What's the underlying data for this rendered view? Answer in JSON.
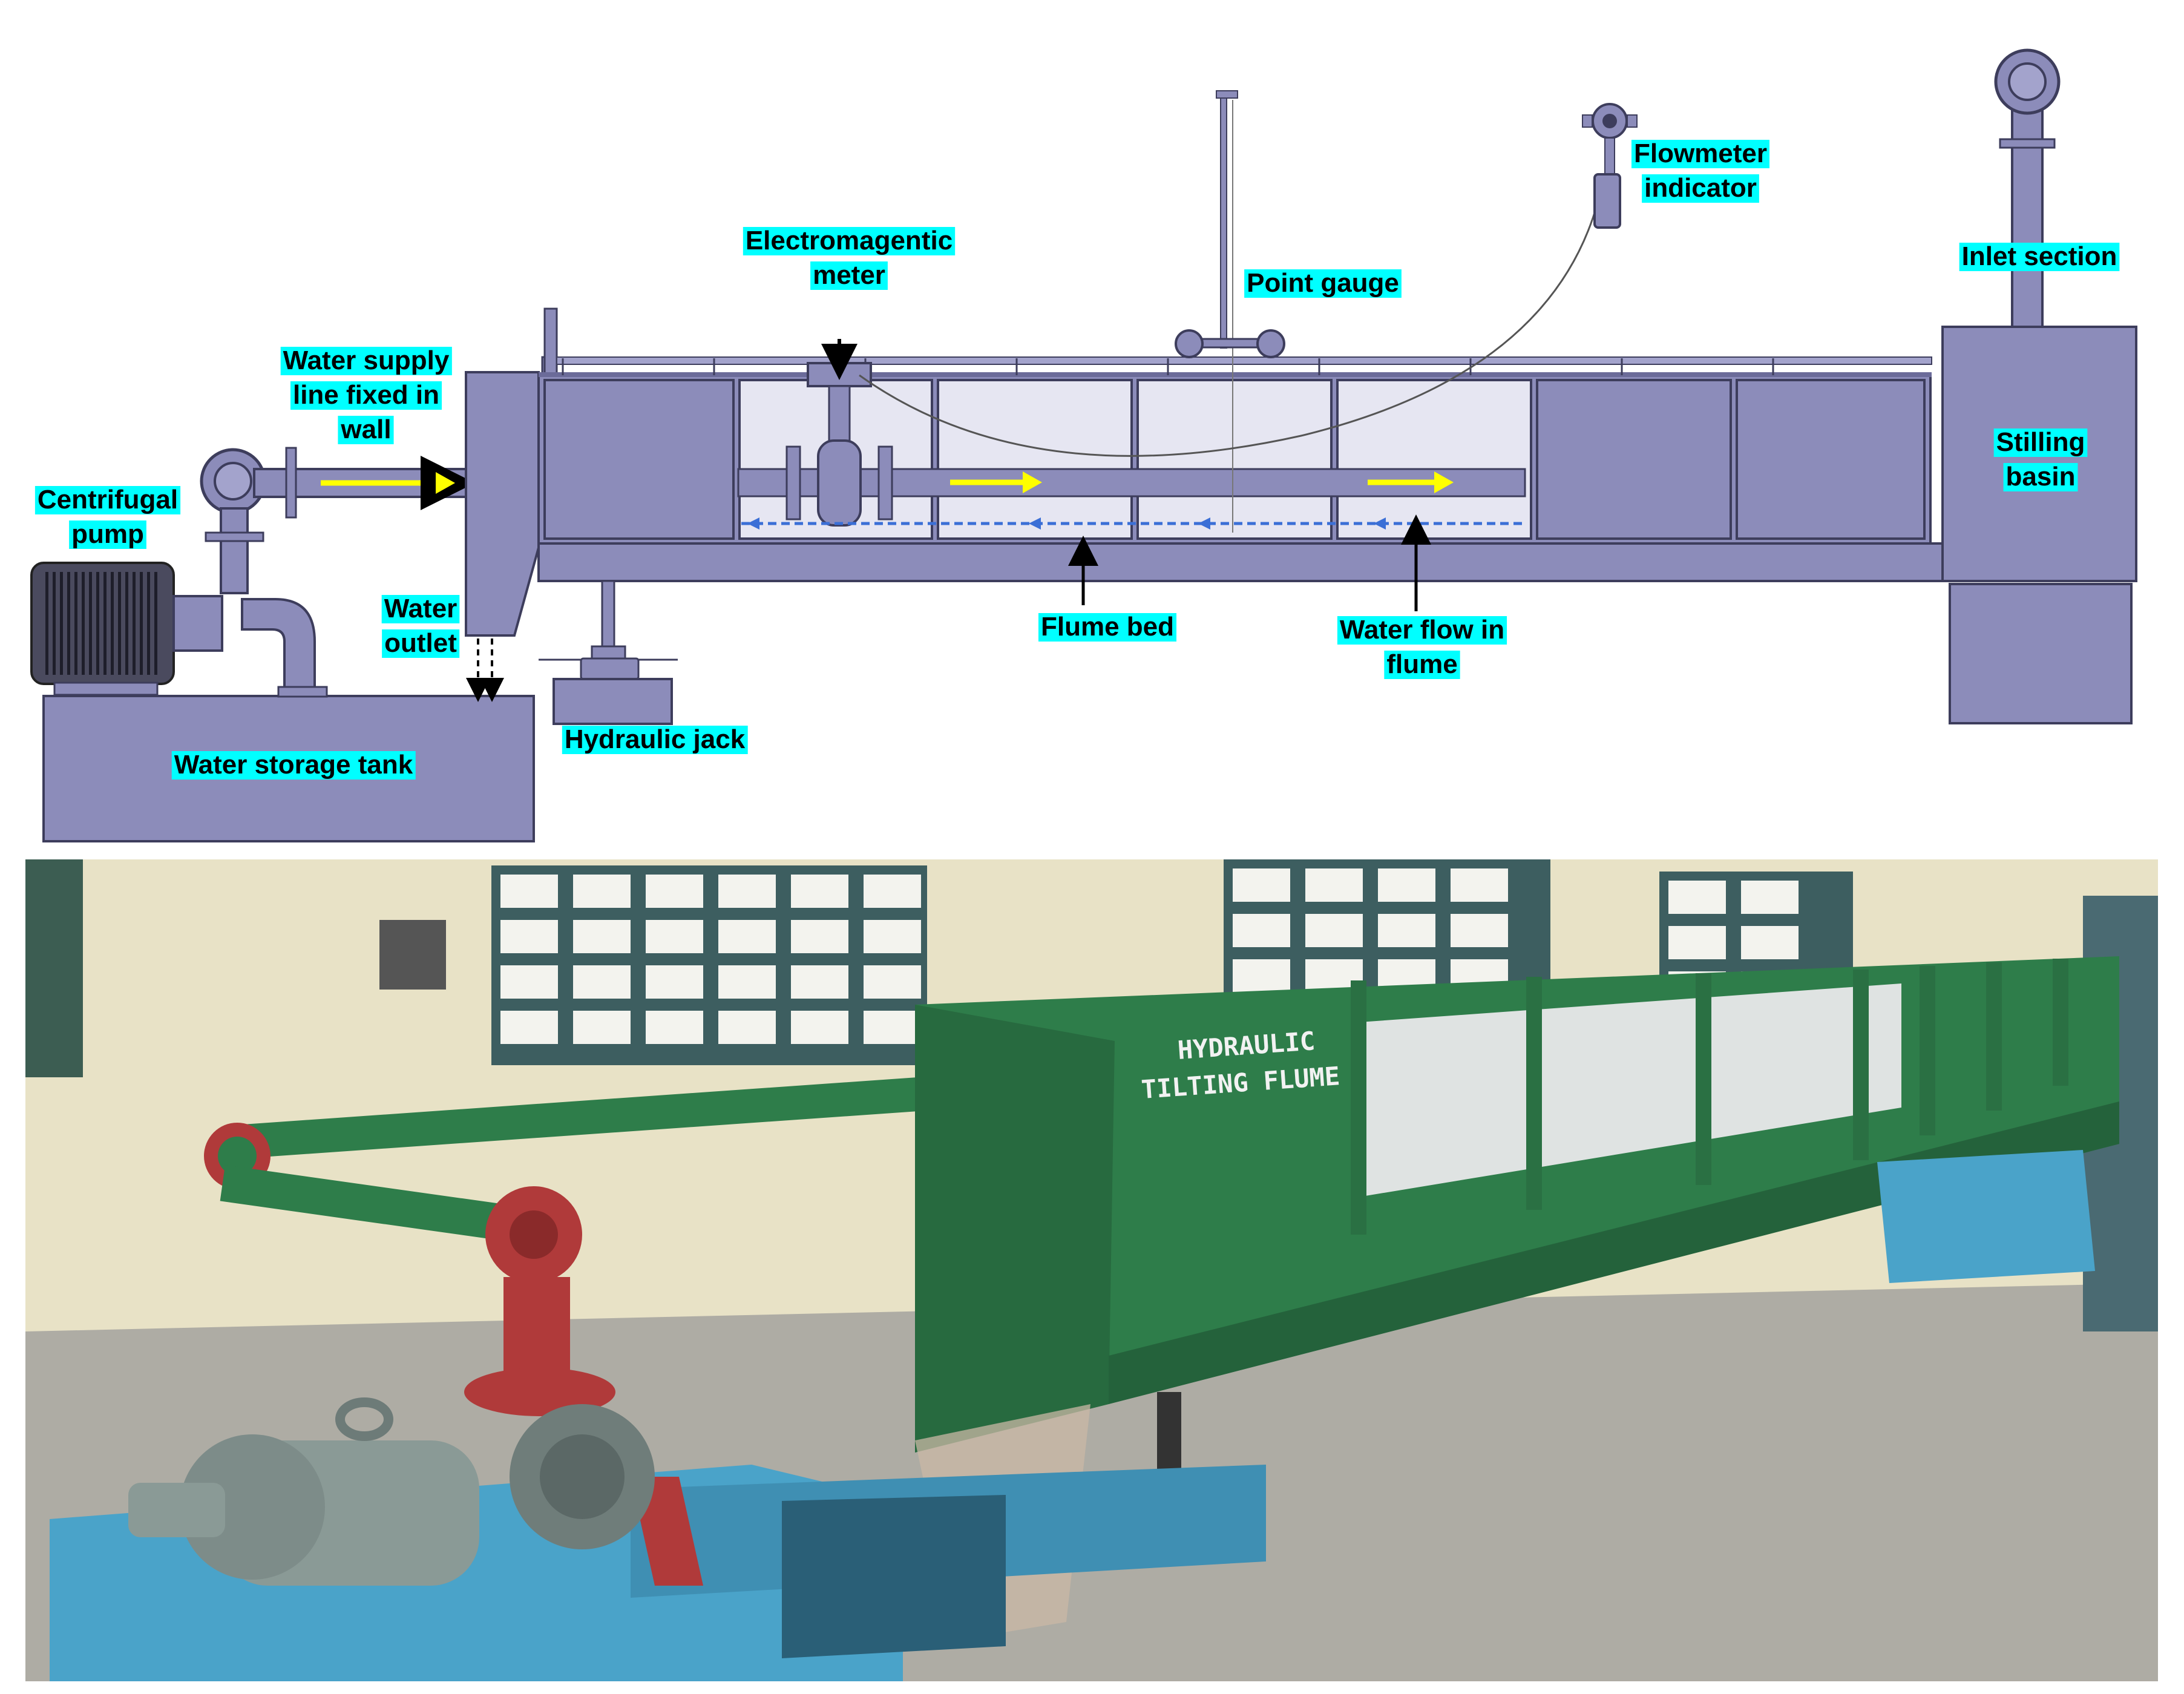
{
  "diagram": {
    "labels": {
      "centrifugal_pump": [
        "Centrifugal",
        "pump"
      ],
      "water_supply_line": [
        "Water supply",
        "line fixed in",
        "wall"
      ],
      "electromagnetic_meter": [
        "Electromagentic",
        "meter"
      ],
      "point_gauge": [
        "Point gauge"
      ],
      "flowmeter_indicator": [
        "Flowmeter",
        "indicator"
      ],
      "inlet_section": [
        "Inlet section"
      ],
      "stilling_basin": [
        "Stilling",
        "basin"
      ],
      "water_outlet": [
        "Water",
        "outlet"
      ],
      "flume_bed": [
        "Flume bed"
      ],
      "water_flow": [
        "Water flow in",
        "flume"
      ],
      "hydraulic_jack": [
        "Hydraulic jack"
      ],
      "water_storage_tank": [
        "Water storage tank"
      ]
    },
    "colors": {
      "equipment_fill": "#8c8cba",
      "equipment_stroke": "#3d3d5c",
      "label_highlight": "#00ffff",
      "flow_arrow": "#ffff00",
      "dashed_flow": "#3b6fd6"
    }
  },
  "photo": {
    "flume_text": [
      "HYDRAULIC",
      "TILTING FLUME"
    ],
    "colors": {
      "flume_green": "#2e7d4a",
      "tank_blue": "#4aa3c9",
      "pipe_red": "#b03a3a",
      "motor_grey": "#8a9a96",
      "wall_cream": "#e8e2c6"
    }
  }
}
